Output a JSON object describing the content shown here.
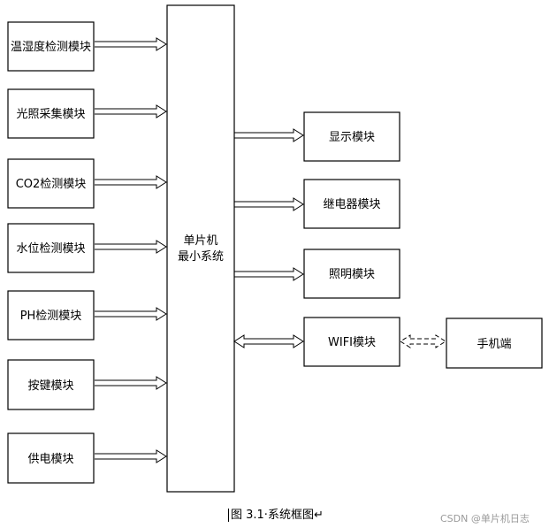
{
  "inputs": [
    {
      "label": "温湿度检测模块"
    },
    {
      "label": "光照采集模块"
    },
    {
      "label": "CO2检测模块"
    },
    {
      "label": "水位检测模块"
    },
    {
      "label": "PH检测模块"
    },
    {
      "label": "按键模块"
    },
    {
      "label": "供电模块"
    }
  ],
  "mcu": {
    "line1": "单片机",
    "line2": "最小系统"
  },
  "outputs": [
    {
      "label": "显示模块"
    },
    {
      "label": "继电器模块"
    },
    {
      "label": "照明模块"
    },
    {
      "label": "WIFI模块"
    }
  ],
  "phone": {
    "label": "手机端"
  },
  "caption": {
    "text": "图 3.1·系统框图↵"
  },
  "watermark": {
    "text": "CSDN @单片机日志"
  }
}
